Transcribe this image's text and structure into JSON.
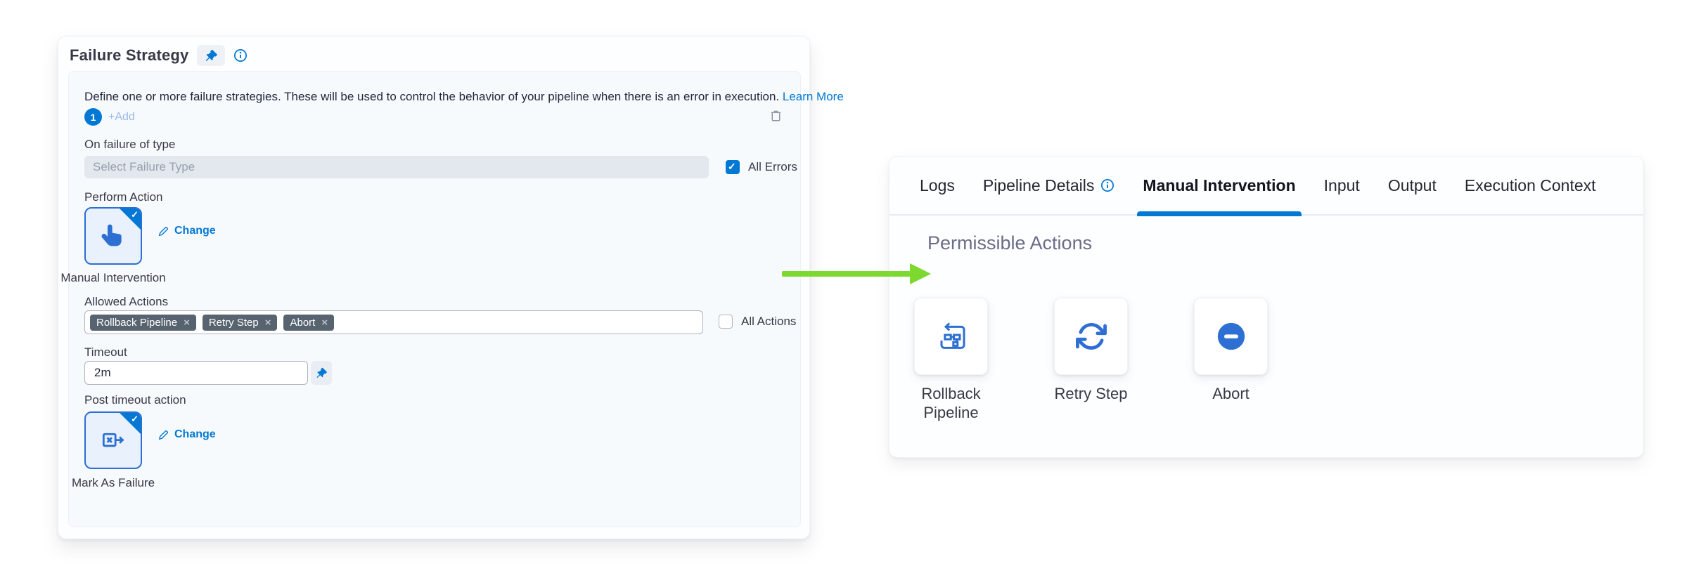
{
  "colors": {
    "primary_blue": "#0278d5",
    "icon_blue": "#2d6fd2",
    "arrow_green": "#7dd92f",
    "tag_bg": "#57636f"
  },
  "failure_strategy_panel": {
    "title": "Failure Strategy",
    "title_icons": [
      "pin-icon",
      "info-icon"
    ],
    "description": "Define one or more failure strategies. These will be used to control the behavior of your pipeline when there is an error in execution.",
    "learn_more_label": "Learn More",
    "strategy_badge": "1",
    "add_button_label": "+Add",
    "delete_icon": "trash-icon",
    "fields": {
      "on_failure_label": "On failure of type",
      "failure_type_placeholder": "Select Failure Type",
      "all_errors": {
        "label": "All Errors",
        "checked": true
      },
      "perform_action_label": "Perform Action",
      "perform_action": {
        "name": "Manual Intervention",
        "icon": "hand-pointer-icon",
        "selected": true,
        "change_label": "Change"
      },
      "allowed_actions_label": "Allowed Actions",
      "allowed_actions_tags": [
        "Rollback Pipeline",
        "Retry Step",
        "Abort"
      ],
      "all_actions": {
        "label": "All Actions",
        "checked": false
      },
      "timeout_label": "Timeout",
      "timeout_value": "2m",
      "timeout_icon": "pin-icon",
      "post_timeout_label": "Post timeout action",
      "post_timeout_action": {
        "name": "Mark As Failure",
        "icon": "mark-as-failure-icon",
        "selected": true,
        "change_label": "Change"
      }
    }
  },
  "execution_panel": {
    "tabs": [
      {
        "label": "Logs"
      },
      {
        "label": "Pipeline Details",
        "info_icon": "info-icon"
      },
      {
        "label": "Manual Intervention",
        "active": true
      },
      {
        "label": "Input"
      },
      {
        "label": "Output"
      },
      {
        "label": "Execution Context"
      }
    ],
    "section_title": "Permissible Actions",
    "actions": [
      {
        "label": "Rollback Pipeline",
        "icon": "rollback-pipeline-icon"
      },
      {
        "label": "Retry Step",
        "icon": "retry-step-icon"
      },
      {
        "label": "Abort",
        "icon": "abort-icon"
      }
    ]
  },
  "annotation": {
    "arrow": "green-arrow-right"
  }
}
